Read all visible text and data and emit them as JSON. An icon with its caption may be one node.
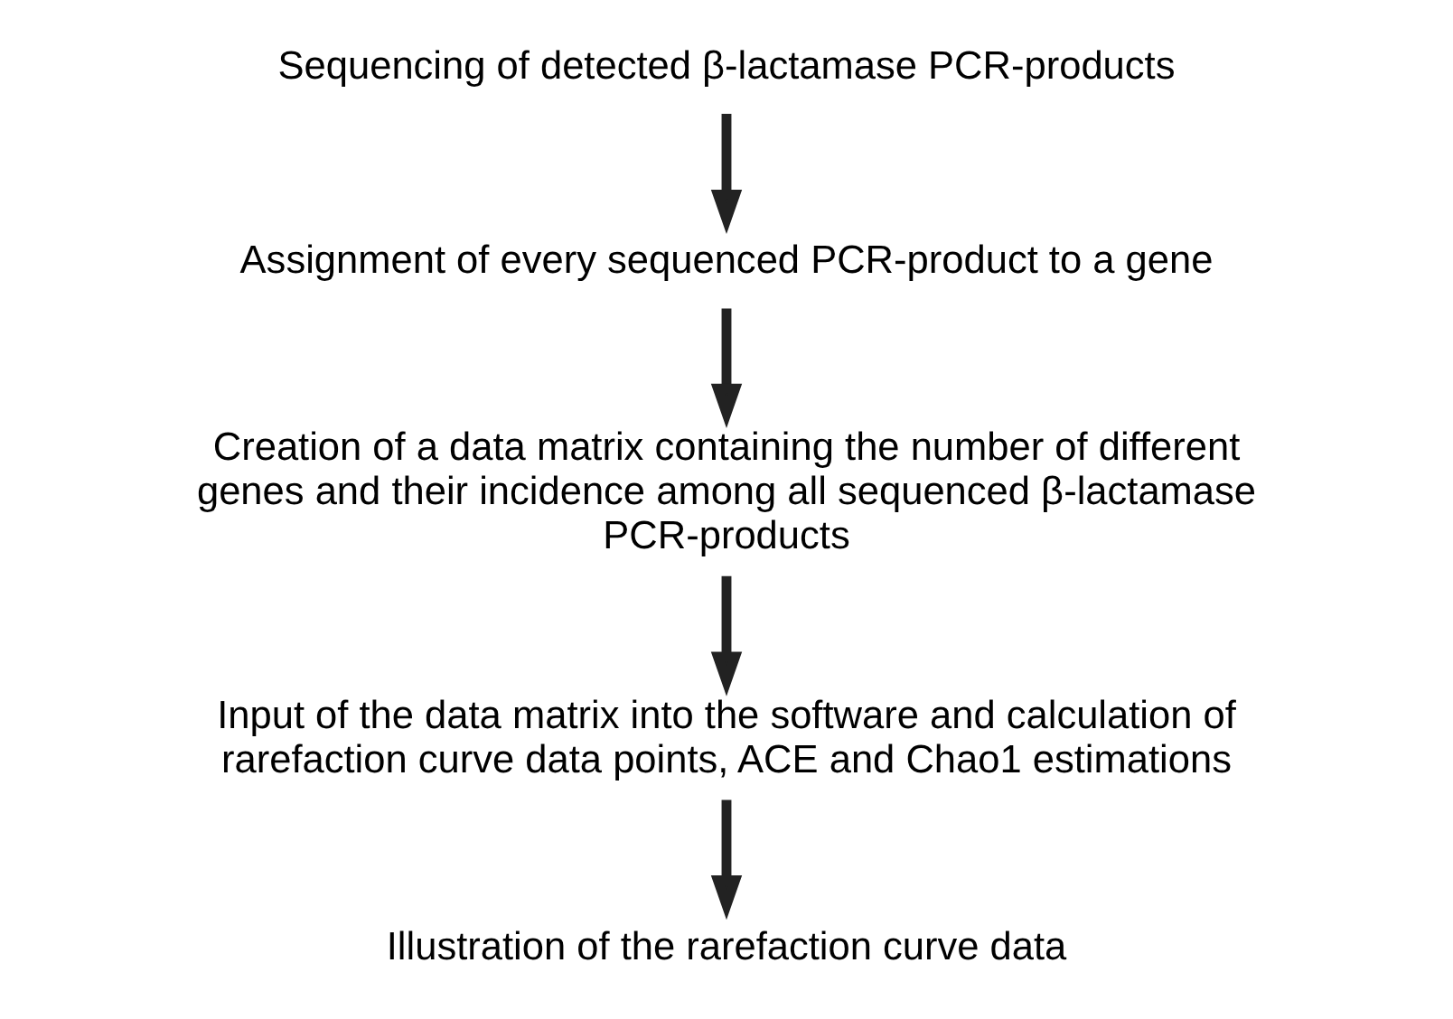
{
  "diagram": {
    "nodes": [
      {
        "text": [
          "Sequencing of detected β-lactamase PCR-products"
        ]
      },
      {
        "text": [
          "Assignment of every sequenced PCR-product to a gene"
        ]
      },
      {
        "text": [
          "Creation of a data matrix containing the number of different genes and their incidence among all sequenced β-lactamase PCR-products"
        ]
      },
      {
        "text": [
          "Input of the data matrix into the software and calculation of rarefaction curve data points, ACE and Chao1 estimations"
        ]
      },
      {
        "text": [
          "Illustration of the rarefaction curve data"
        ]
      }
    ],
    "edges": [
      {
        "from": 0,
        "to": 1,
        "arrow": "to"
      },
      {
        "from": 1,
        "to": 2,
        "arrow": "to"
      },
      {
        "from": 2,
        "to": 3,
        "arrow": "to"
      },
      {
        "from": 3,
        "to": 4,
        "arrow": "to"
      }
    ]
  }
}
